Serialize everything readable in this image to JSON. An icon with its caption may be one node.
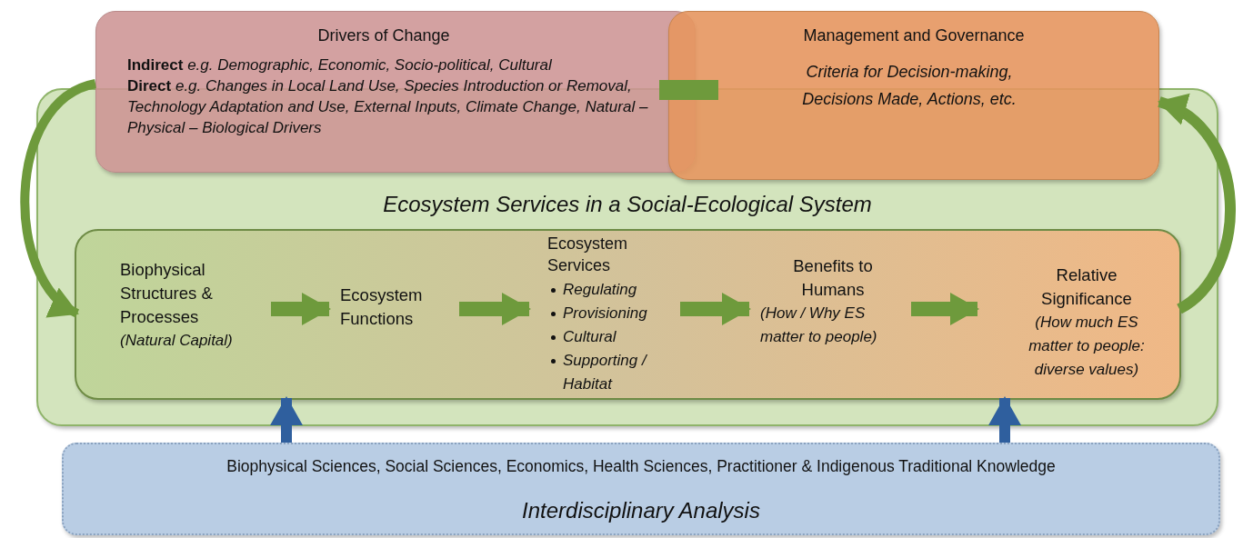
{
  "diagram": {
    "nodes": [
      {
        "text": [
          "Ecosystem Services in a Social-Ecological System"
        ]
      },
      {
        "text": [
          "Drivers of Change",
          "**Indirect** *e.g. Demographic, Economic, Socio-political, Cultural*",
          "**Direct** *e.g. Changes in Local Land Use, Species Introduction or Removal, Technology Adaptation and Use, External Inputs, Climate Change, Natural – Physical – Biological Drivers*"
        ]
      },
      {
        "text": [
          "Management and Governance",
          "Criteria for Decision-making, Decisions Made, Actions, etc."
        ]
      },
      {
        "text": [],
        "shape": "box",
        "in": 0
      },
      {
        "text": [
          "Biophysical Structures & Processes",
          "(Natural Capital)"
        ],
        "in": 3
      },
      {
        "text": [
          "Ecosystem Functions"
        ],
        "in": 3
      },
      {
        "text": [
          "Ecosystem Services",
          "Regulating",
          "Provisioning",
          "Cultural",
          "Supporting / Habitat"
        ],
        "in": 3
      },
      {
        "text": [
          "Benefits to Humans",
          "(How / Why ES matter to people)"
        ],
        "in": 3
      },
      {
        "text": [
          "Relative Significance",
          "(How much ES matter to people: diverse values)"
        ],
        "in": 3
      },
      {
        "text": [
          "Biophysical Sciences, Social Sciences, Economics, Health Sciences, Practitioner & Indigenous Traditional Knowledge",
          "Interdisciplinary Analysis"
        ]
      }
    ],
    "edges": [
      {
        "from": 4,
        "to": 5,
        "arrow": "to"
      },
      {
        "from": 5,
        "to": 6,
        "arrow": "to"
      },
      {
        "from": 6,
        "to": 7,
        "arrow": "to"
      },
      {
        "from": 7,
        "to": 8,
        "arrow": "to"
      },
      {
        "from": 1,
        "to": 4,
        "arrow": "to"
      },
      {
        "from": 8,
        "to": 2,
        "arrow": "to"
      },
      {
        "from": 9,
        "to": 3,
        "arrow": "to",
        "color": "#2f5f9e"
      },
      {
        "from": 9,
        "to": 3,
        "arrow": "to",
        "color": "#2f5f9e"
      },
      {
        "from": 1,
        "to": 2,
        "arrow": "none"
      }
    ]
  }
}
